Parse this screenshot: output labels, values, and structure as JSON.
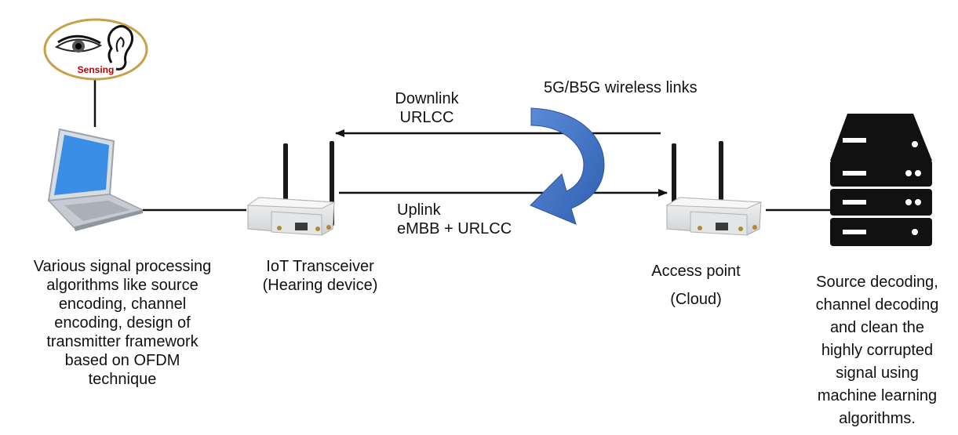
{
  "sensing_badge": {
    "label": "Sensing",
    "icons": [
      "eye-icon",
      "ear-icon"
    ],
    "label_color": "#c00000",
    "ring_color": "#c8a04a"
  },
  "links": {
    "title": "5G/B5G wireless links",
    "downlink": {
      "line1": "Downlink",
      "line2": "URLCC"
    },
    "uplink": {
      "line1": "Uplink",
      "line2": "eMBB + URLCC"
    }
  },
  "nodes": {
    "laptop": {
      "icon": "laptop-icon",
      "caption_lines": [
        "Various signal processing",
        "algorithms like source",
        "encoding, channel",
        "encoding,  design of",
        "transmitter framework",
        "based on OFDM",
        "technique"
      ]
    },
    "iot_transceiver": {
      "icon": "radio-transceiver-icon",
      "caption_lines": [
        "IoT Transceiver",
        "(Hearing device)"
      ]
    },
    "access_point": {
      "icon": "radio-transceiver-icon",
      "caption_lines": [
        "Access point",
        "(Cloud)"
      ]
    },
    "server": {
      "icon": "server-icon",
      "caption_lines": [
        "Source decoding,",
        "channel decoding",
        "and clean the",
        "highly corrupted",
        "signal using",
        "machine learning",
        "algorithms."
      ]
    }
  },
  "colors": {
    "arrow_blue": "#4472c4",
    "laptop_screen": "#3a8ee6",
    "server": "#111111"
  }
}
